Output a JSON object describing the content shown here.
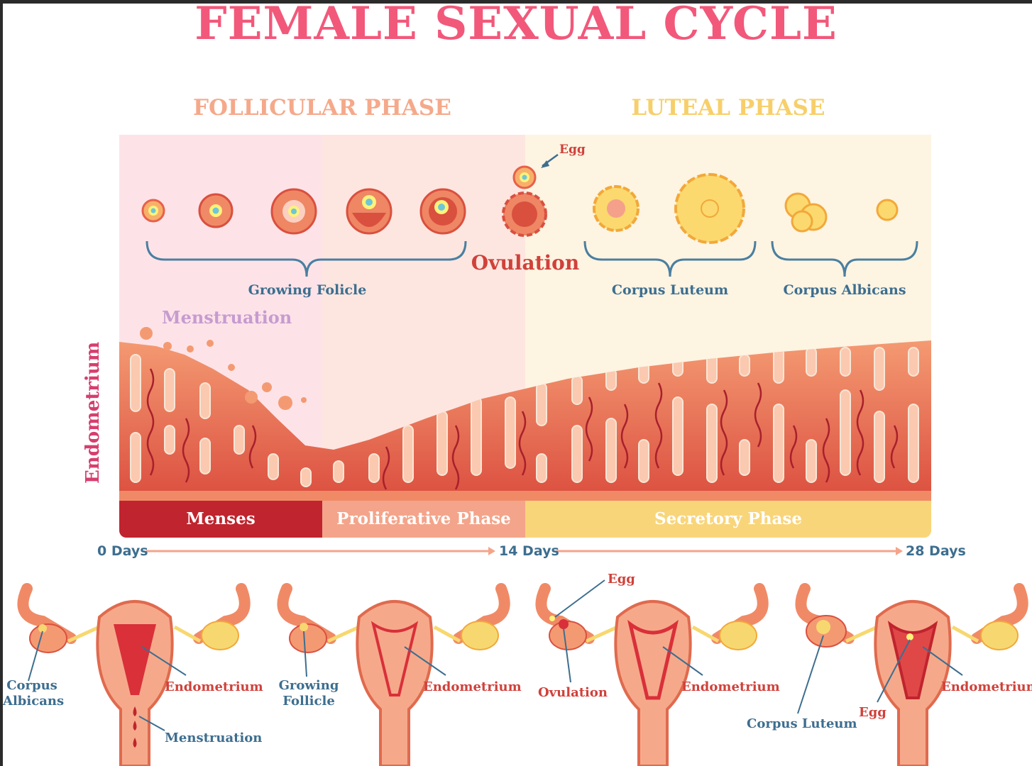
{
  "title": "FEMALE SEXUAL CYCLE",
  "phases": {
    "follicular": "FOLLICULAR PHASE",
    "luteal": "LUTEAL PHASE"
  },
  "labels": {
    "egg": "Egg",
    "ovulation": "Ovulation",
    "growing_folicle": "Growing Folicle",
    "corpus_luteum": "Corpus Luteum",
    "corpus_albicans": "Corpus Albicans",
    "menstruation": "Menstruation",
    "endometrium": "Endometrium"
  },
  "bands": {
    "menses": "Menses",
    "proliferative": "Proliferative Phase",
    "secretory": "Secretory Phase"
  },
  "timeline": {
    "start": "0 Days",
    "mid": "14 Days",
    "end": "28 Days"
  },
  "uterus_panels": [
    {
      "corpus": "Corpus",
      "albicans": "Albicans",
      "endometrium": "Endometrium",
      "menstruation": "Menstruation"
    },
    {
      "growing": "Growing",
      "follicle": "Follicle",
      "endometrium": "Endometrium"
    },
    {
      "egg": "Egg",
      "ovulation": "Ovulation",
      "endometrium": "Endometrium"
    },
    {
      "corpus_luteum": "Corpus Luteum",
      "egg": "Egg",
      "endometrium": "Endometrium"
    }
  ],
  "colors": {
    "title": "#f2587a",
    "follicular": "#f5a98a",
    "luteal": "#f7cf6a",
    "menstruation": "#c79bd0",
    "endometrium": "#d63e6e",
    "blue_label": "#3d6e8f",
    "red_label": "#d0413b",
    "menses_band": "#c0242e",
    "proliferative_band": "#f4a48a",
    "secretory_band": "#f9d57a"
  }
}
